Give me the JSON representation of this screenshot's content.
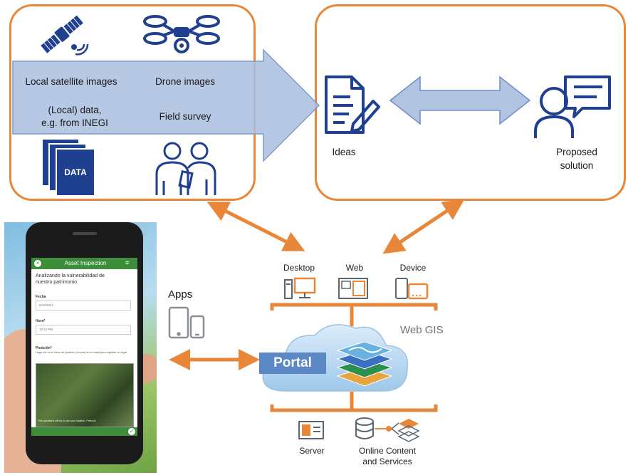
{
  "inputs": {
    "local_satellite": "Local satellite images",
    "drone": "Drone images",
    "local_data_line1": "(Local) data,",
    "local_data_line2": "e.g. from INEGI",
    "field_survey": "Field survey",
    "data_doc": "DATA"
  },
  "process": {
    "ideas": "Ideas",
    "proposed_line1": "Proposed",
    "proposed_line2": "solution"
  },
  "webgis": {
    "desktop": "Desktop",
    "web": "Web",
    "device": "Device",
    "apps": "Apps",
    "web_gis": "Web GIS",
    "portal": "Portal",
    "server": "Server",
    "online_line1": "Online Content",
    "online_line2": "and Services"
  },
  "phone": {
    "app_title": "Asset Inspection",
    "heading_line1": "Analizando la vulnerabilidad de",
    "heading_line2": "nuestro patrimonio",
    "field_fecha": "Fecha",
    "fecha_value": "6/10/2021",
    "field_hora": "Hora*",
    "hora_value": "10:13 PM",
    "field_posicion": "Posición*",
    "posicion_hint": "Haga clic en el icono de posición (círculo) en el mapa para registrar su lugar",
    "map_note": "This questions will try to use your location. Press to"
  },
  "colors": {
    "box_border": "#e8873a",
    "arrow_orange": "#e8873a",
    "flow_arrow_fill": "#a9bedf",
    "flow_arrow_stroke": "#6f8fc4",
    "icon_navy": "#1f3f8f",
    "portal_blue": "#5b87c5",
    "app_green": "#3d8d3a"
  }
}
